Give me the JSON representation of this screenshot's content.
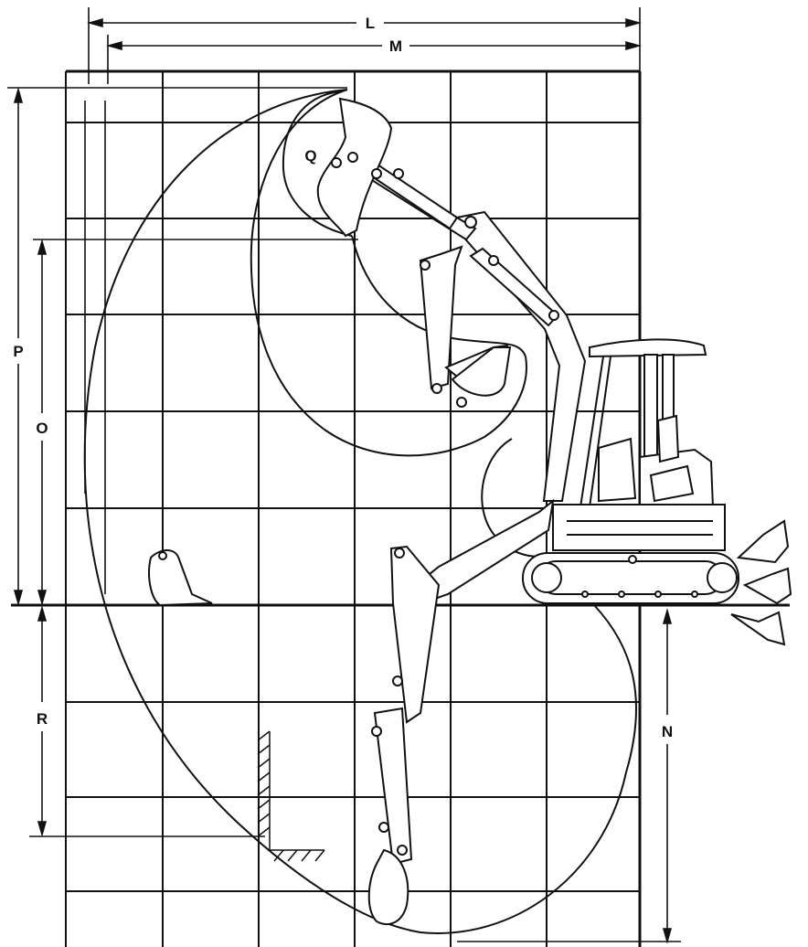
{
  "labels": {
    "L": "L",
    "M": "M",
    "N": "N",
    "O": "O",
    "P": "P",
    "Q": "Q",
    "R": "R"
  },
  "colors": {
    "line": "#111111",
    "background": "#ffffff",
    "cab_fill": "#ffffff"
  }
}
